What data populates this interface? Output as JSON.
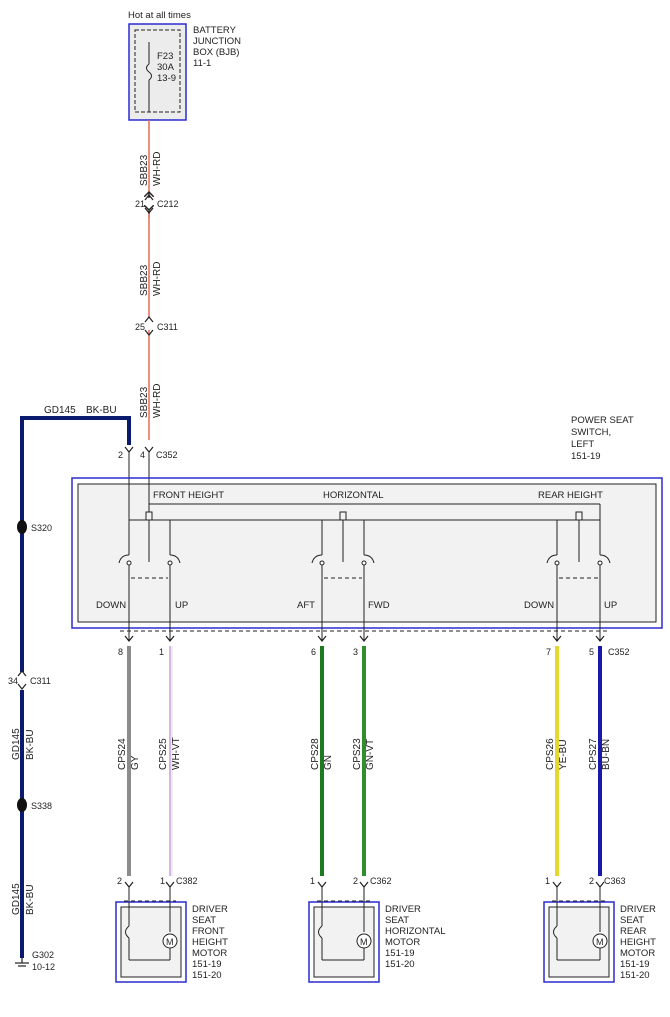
{
  "bjb": {
    "header": "Hot at all times",
    "name_lines": [
      "BATTERY",
      "JUNCTION",
      "BOX (BJB)",
      "11-1"
    ],
    "fuse_lines": [
      "F23",
      "30A",
      "13-9"
    ]
  },
  "feed_wire": {
    "circuit": "SBB23",
    "color_code": "WH-RD",
    "color": "#e26a5a"
  },
  "ground_wire": {
    "circuit": "GD145",
    "color_code": "BK-BU",
    "color": "#0a1a6e"
  },
  "connectors": {
    "c212": {
      "id": "C212",
      "pin": "21"
    },
    "c311_feed": {
      "id": "C311",
      "pin": "25"
    },
    "c311_ground": {
      "id": "C311",
      "pin": "34"
    },
    "c352": {
      "id": "C352",
      "pin_ground": "2",
      "pin_feed": "4"
    },
    "c352_bottom": {
      "id": "C352"
    },
    "c382": {
      "id": "C382",
      "pin_left": "2",
      "pin_right": "1"
    },
    "c362": {
      "id": "C362",
      "pin_left": "1",
      "pin_right": "2"
    },
    "c363": {
      "id": "C363",
      "pin_left": "1",
      "pin_right": "2"
    }
  },
  "splices": {
    "s320": "S320",
    "s338": "S338"
  },
  "ground_point": {
    "id": "G302",
    "ref": "10-12"
  },
  "switch": {
    "name_lines": [
      "POWER SEAT",
      "SWITCH,",
      "LEFT",
      "151-19"
    ],
    "sections": {
      "front_height": "FRONT HEIGHT",
      "horizontal": "HORIZONTAL",
      "rear_height": "REAR HEIGHT"
    },
    "positions": {
      "down1": "DOWN",
      "up1": "UP",
      "aft": "AFT",
      "fwd": "FWD",
      "down2": "DOWN",
      "up2": "UP"
    }
  },
  "output_wires": [
    {
      "pin": "8",
      "circuit": "CPS24",
      "color_code": "GY",
      "color": "#8c8c8c"
    },
    {
      "pin": "1",
      "circuit": "CPS25",
      "color_code": "WH-VT",
      "color": "#c79be0"
    },
    {
      "pin": "6",
      "circuit": "CPS28",
      "color_code": "GN",
      "color": "#1e7a1e"
    },
    {
      "pin": "3",
      "circuit": "CPS23",
      "color_code": "GN-VT",
      "color": "#2f8f2f"
    },
    {
      "pin": "7",
      "circuit": "CPS26",
      "color_code": "YE-BU",
      "color": "#e6d730"
    },
    {
      "pin": "5",
      "circuit": "CPS27",
      "color_code": "BU-BN",
      "color": "#1a1aa8"
    }
  ],
  "motors": {
    "front": [
      "DRIVER",
      "SEAT",
      "FRONT",
      "HEIGHT",
      "MOTOR",
      "151-19",
      "151-20"
    ],
    "horizontal": [
      "DRIVER",
      "SEAT",
      "HORIZONTAL",
      "MOTOR",
      "151-19",
      "151-20"
    ],
    "rear": [
      "DRIVER",
      "SEAT",
      "REAR",
      "HEIGHT",
      "MOTOR",
      "151-19",
      "151-20"
    ]
  },
  "motor_symbol": "M",
  "colors": {
    "frame_blue": "#2b2bd0",
    "panel_fill": "#f2f2f2",
    "line": "#222222"
  }
}
